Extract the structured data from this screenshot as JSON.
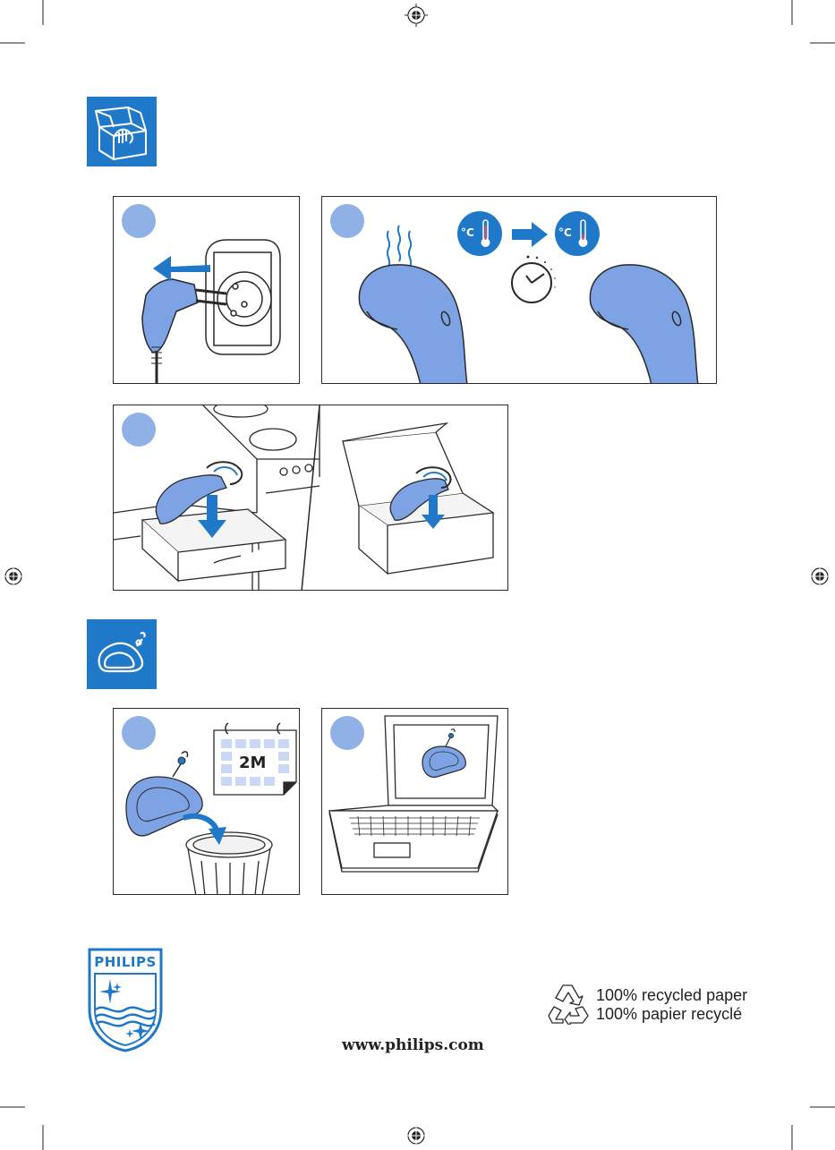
{
  "footer": {
    "url": "www.philips.com",
    "recycled_en": "100% recycled paper",
    "recycled_fr": "100% papier recyclé"
  },
  "logo": {
    "brand": "PHILIPS"
  },
  "calendar": {
    "label": "2M"
  },
  "thermo": {
    "unit_left": "°C",
    "unit_right": "°C"
  },
  "colors": {
    "accent_blue": "#1f78c8",
    "step_dot": "#8fb1e6",
    "device_blue": "#7ea3e4",
    "arrow_blue": "#1f78c8",
    "line": "#2a2a2a"
  },
  "icons": [
    "storage-box-icon",
    "accessory-pad-icon",
    "crosshair-registration-icon",
    "recycle-icon"
  ]
}
